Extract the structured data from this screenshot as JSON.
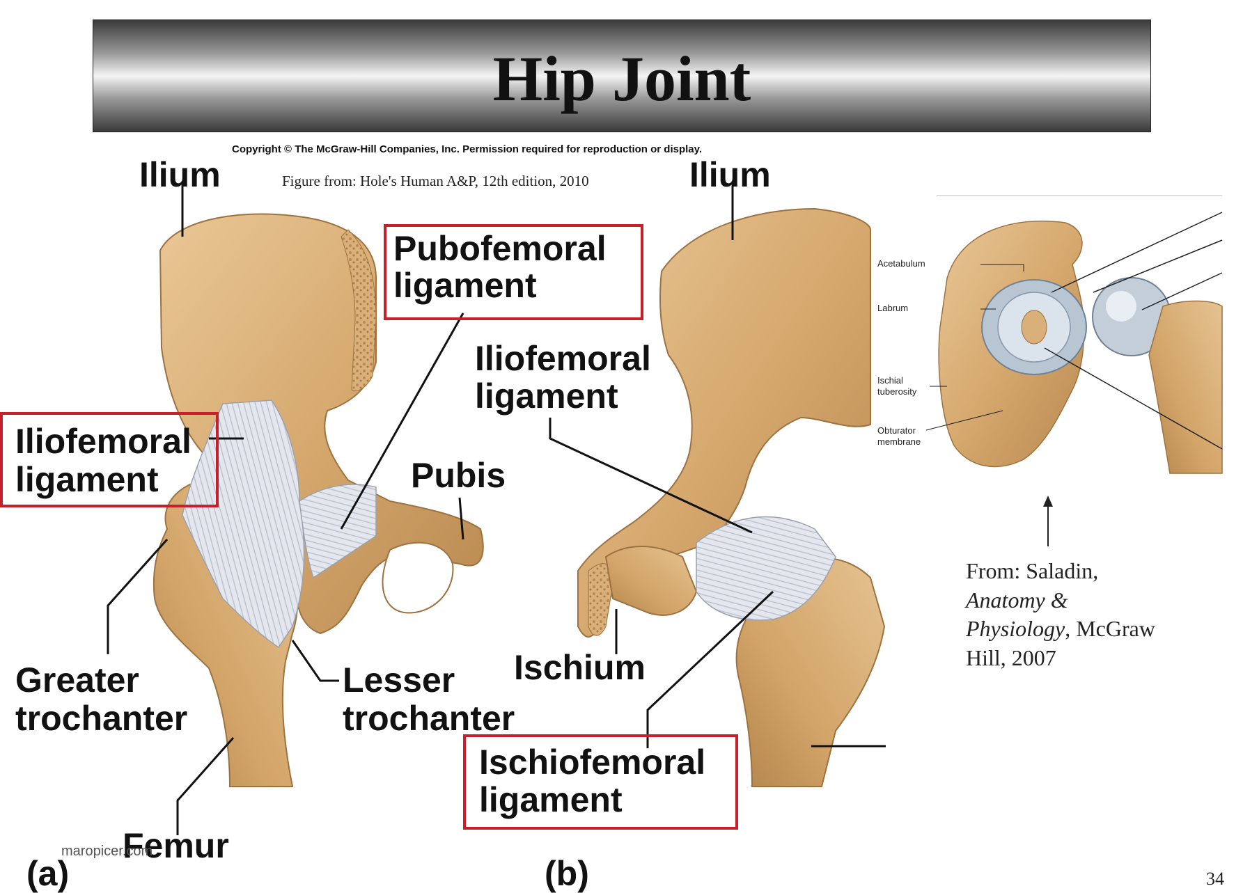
{
  "title": "Hip Joint",
  "copyright": "Copyright © The McGraw-Hill Companies, Inc. Permission required for reproduction or display.",
  "figure_citation": "Figure from: Hole's Human A&P, 12th edition, 2010",
  "panel_a": {
    "panel_label": "(a)",
    "labels": {
      "ilium": "Ilium",
      "pubofemoral_1": "Pubofemoral",
      "pubofemoral_2": "ligament",
      "iliofemoral_1": "Iliofemoral",
      "iliofemoral_2": "ligament",
      "pubis": "Pubis",
      "greater_1": "Greater",
      "greater_2": "trochanter",
      "lesser_1": "Lesser",
      "lesser_2": "trochanter",
      "femur": "Femur"
    }
  },
  "panel_b": {
    "panel_label": "(b)",
    "labels": {
      "ilium": "Ilium",
      "iliofemoral_1": "Iliofemoral",
      "iliofemoral_2": "ligament",
      "ischium": "Ischium",
      "ischiofemoral_1": "Ischiofemoral",
      "ischiofemoral_2": "ligament"
    }
  },
  "inset": {
    "labels": {
      "acetabulum": "Acetabulum",
      "labrum": "Labrum",
      "ischial_1": "Ischial",
      "ischial_2": "tuberosity",
      "obturator_1": "Obturator",
      "obturator_2": "membrane"
    }
  },
  "source": {
    "line1": "From: Saladin,",
    "line2": "Anatomy &",
    "line3": "Physiology",
    "line3b": ", McGraw",
    "line4": "Hill, 2007"
  },
  "watermark": "maropicer.com",
  "page_number": "34",
  "colors": {
    "bone": "#d9b07a",
    "bone_dark": "#b88a52",
    "ligament": "#dfe3ea",
    "highlight_box": "#c8202a"
  }
}
